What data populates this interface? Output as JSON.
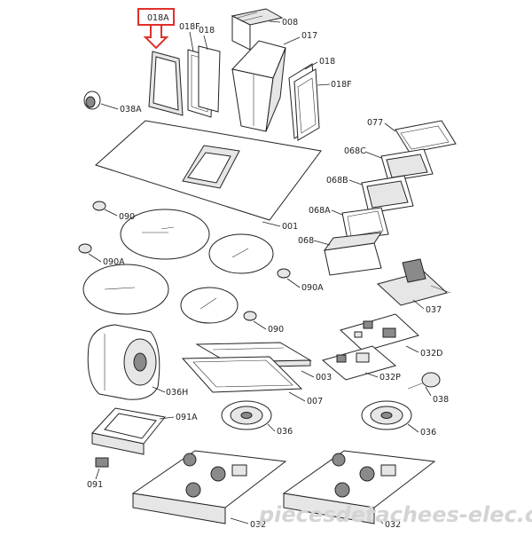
{
  "diagram": {
    "highlight_color": "#e0302a",
    "highlighted_part": "018A",
    "labels": {
      "p018A": "018A",
      "p018F_top": "018F",
      "p018_top": "018",
      "p008": "008",
      "p017": "017",
      "p018_right": "018",
      "p018F_right": "018F",
      "p038A": "038A",
      "p077": "077",
      "p068C": "068C",
      "p068B": "068B",
      "p068A": "068A",
      "p068": "068",
      "p001": "001",
      "p090_a": "090",
      "p090A_a": "090A",
      "p090A_b": "090A",
      "p090_b": "090",
      "p037": "037",
      "p032D": "032D",
      "p003": "003",
      "p032P": "032P",
      "p036H": "036H",
      "p038": "038",
      "p007": "007",
      "p091A": "091A",
      "p036_a": "036",
      "p036_b": "036",
      "p091": "091",
      "p032_a": "032",
      "p032_b": "032"
    }
  },
  "watermark": {
    "text": "piecesdetachees-elec.com"
  }
}
